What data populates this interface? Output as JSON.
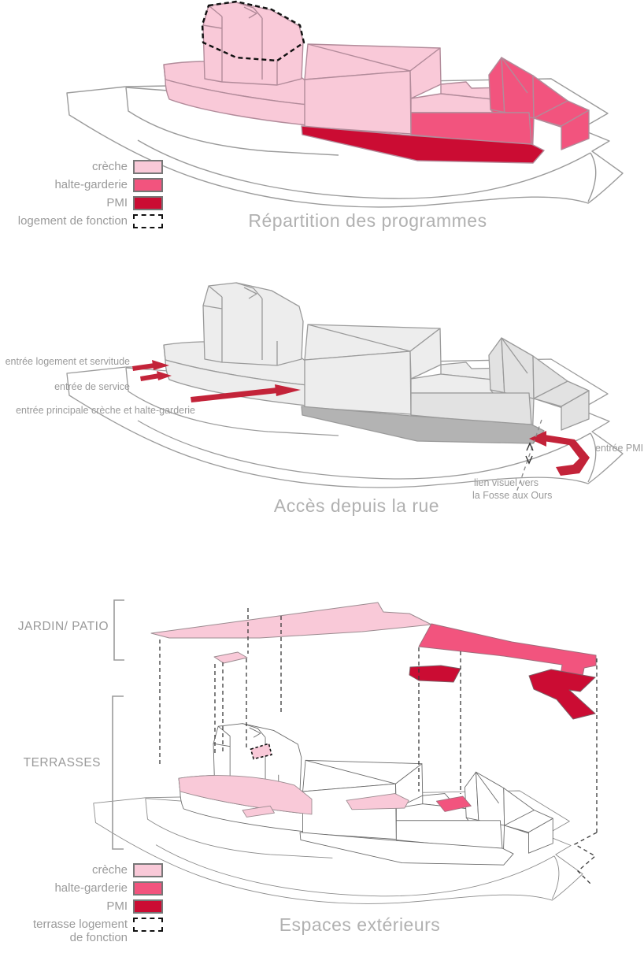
{
  "colors": {
    "creche": "#f9c9d8",
    "halte_garderie": "#f2547e",
    "pmi": "#cb0c33",
    "arrow_red": "#c32339",
    "base_gray_strip": "#b3b3b3",
    "label_gray": "#9a9a9a",
    "title_gray": "#b1b1b1"
  },
  "diagram1": {
    "title": "Répartition des programmes",
    "legend": [
      {
        "label": "crèche",
        "swatch": "creche"
      },
      {
        "label": "halte-garderie",
        "swatch": "halte-garderie"
      },
      {
        "label": "PMI",
        "swatch": "pmi"
      },
      {
        "label": "logement de fonction",
        "swatch": "dashed-outline"
      }
    ]
  },
  "diagram2": {
    "title": "Accès depuis la rue",
    "annotations": {
      "entree_logement": "entrée logement et servitude",
      "entree_service": "entrée de service",
      "entree_principale": "entrée principale crèche et halte-garderie",
      "entree_pmi": "entrée PMI",
      "lien_visuel_line1": "lien visuel vers",
      "lien_visuel_line2": "la Fosse aux Ours"
    }
  },
  "diagram3": {
    "title": "Espaces extérieurs",
    "zones": {
      "jardin_patio": "JARDIN/ PATIO",
      "terrasses": "TERRASSES"
    },
    "legend": [
      {
        "label": "crèche",
        "swatch": "creche"
      },
      {
        "label": "halte-garderie",
        "swatch": "halte-garderie"
      },
      {
        "label": "PMI",
        "swatch": "pmi"
      },
      {
        "label": "terrasse logement de fonction",
        "label_line1": "terrasse logement",
        "label_line2": "de fonction",
        "swatch": "dashed-outline"
      }
    ]
  }
}
